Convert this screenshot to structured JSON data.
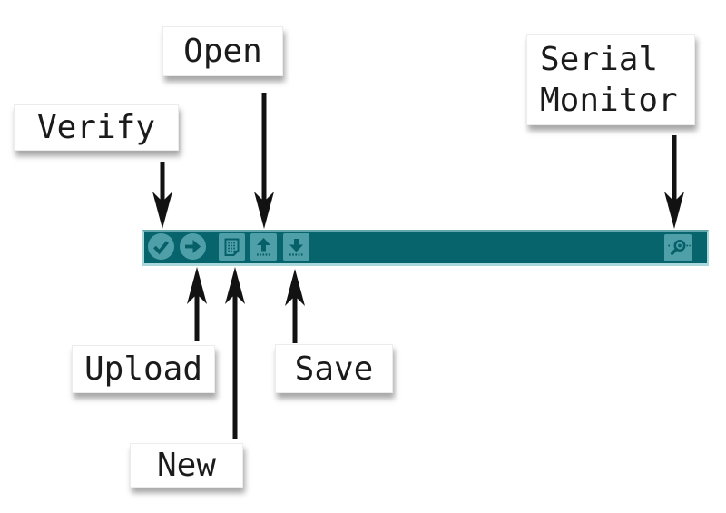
{
  "colors": {
    "toolbar_bg": "#07646d",
    "button_fill": "#4f9fa8",
    "toolbar_border": "#a9d7dc",
    "glyph": "#075f68",
    "arrow": "#121212",
    "label_text": "#1b1b1b",
    "label_bg": "#ffffff"
  },
  "toolbar": {
    "buttons": [
      {
        "id": "verify",
        "name": "Verify",
        "icon": "checkmark-circle-icon",
        "shape": "circle"
      },
      {
        "id": "upload",
        "name": "Upload",
        "icon": "arrow-right-circle-icon",
        "shape": "circle"
      },
      {
        "id": "new",
        "name": "New",
        "icon": "new-document-icon",
        "shape": "square"
      },
      {
        "id": "open",
        "name": "Open",
        "icon": "arrow-up-tray-icon",
        "shape": "square"
      },
      {
        "id": "save",
        "name": "Save",
        "icon": "arrow-down-tray-icon",
        "shape": "square"
      },
      {
        "id": "serial_monitor",
        "name": "Serial Monitor",
        "icon": "magnifier-icon",
        "shape": "square"
      }
    ]
  },
  "callouts": {
    "verify": {
      "text": "Verify"
    },
    "open": {
      "text": "Open"
    },
    "serial_monitor": {
      "text": "Serial\nMonitor"
    },
    "upload": {
      "text": "Upload"
    },
    "new": {
      "text": "New"
    },
    "save": {
      "text": "Save"
    }
  }
}
